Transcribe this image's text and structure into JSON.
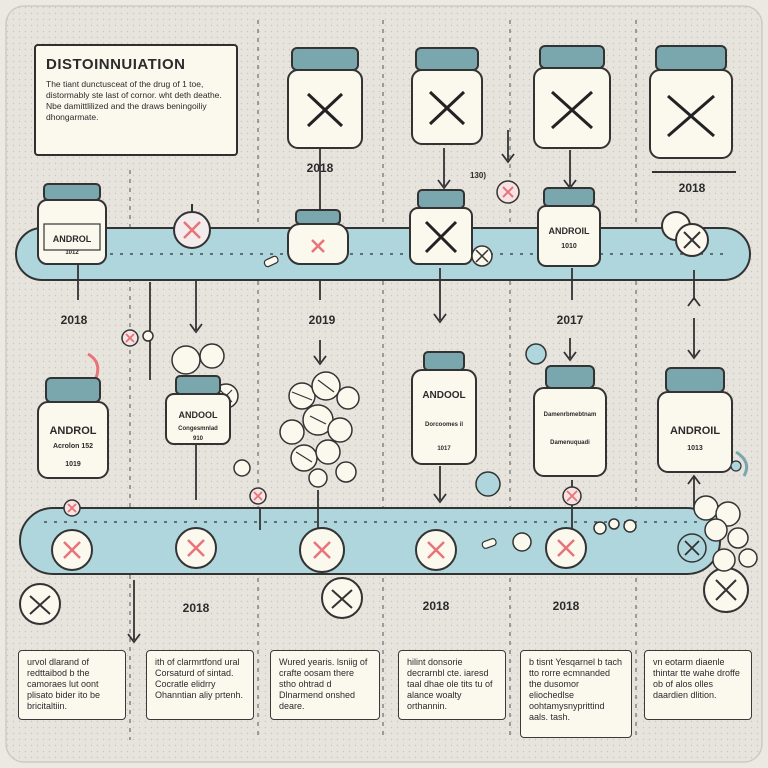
{
  "title": "DISTOINNUIATION",
  "description": "The tiant dunctusceat of the drug of 1 toe, distormably ste last of cornor. wht deth deathe. Nbe damittlilized and the draws beningoiliy dhongarmate.",
  "year_labels": {
    "top_col2": "2018",
    "top_col6": "2018",
    "mid_col1": "2018",
    "mid_col3": "2019",
    "mid_col5": "2017",
    "bot_col2": "2018",
    "bot_col4": "2018",
    "bot_col5": "2018",
    "small_tag": "130)"
  },
  "bottles": {
    "b1": {
      "name": "ANDROL",
      "sub": "1012"
    },
    "b2": {
      "name": "ANDROIL",
      "sub": "1010"
    },
    "b3": {
      "name": "ANDROL",
      "sub": "Acrolon 152",
      "year": "1019"
    },
    "b4": {
      "name": "ANDOOL",
      "sub": "Congesmnlad",
      "year": "910"
    },
    "b5": {
      "name": "ANDOOL",
      "sub": "Dorcoomes il",
      "year": "1017"
    },
    "b6": {
      "name": "Damenrbmebtnam",
      "sub": "Damenuquadi"
    },
    "b7": {
      "name": "ANDROIL",
      "sub": "1013"
    }
  },
  "notes": [
    "urvol dlarand of redttaibod b the camoraes lut oont plisato bider ito be bricitaltiin.",
    "ith of clarmrtfond ural Corsaturd of sintad. Cocratle elidrry Ohanntian aliy prtenh.",
    "Wured yearis. lsniig of crafte oosam there stho ohtrad d Dlnarmend onshed deare.",
    "hilint donsorie decrarnbl cte. iaresd taal dhae ole tits tu of alance woalty orthannin.",
    "b tisnt Yesqarnel b tach tto rorre ecmnanded the dusomor eliochedlse oohtamysnyprittind aals. tash.",
    "vn eotarm diaenle thintar tte wahe droffe ob of alos olles daardien dlition."
  ],
  "colors": {
    "background": "#ece9e3",
    "track": "#aed6dc",
    "cap": "#7aa7ae",
    "accent_x": "#e8747a",
    "paper": "#fbf8ee",
    "ink": "#2f2f2f"
  }
}
